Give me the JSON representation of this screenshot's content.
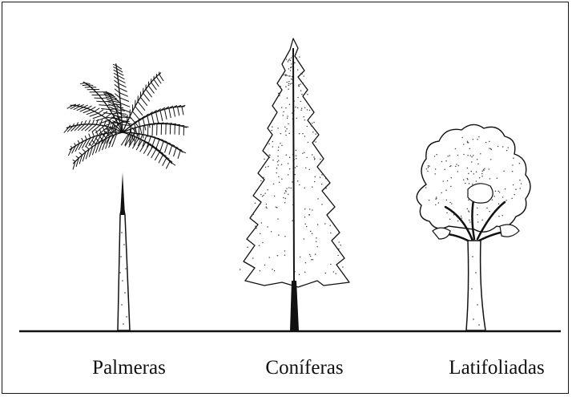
{
  "labels": {
    "palm": "Palmeras",
    "conifer": "Coníferas",
    "broadleaf": "Latifoliadas"
  },
  "colors": {
    "ink": "#111111",
    "background": "#ffffff"
  }
}
